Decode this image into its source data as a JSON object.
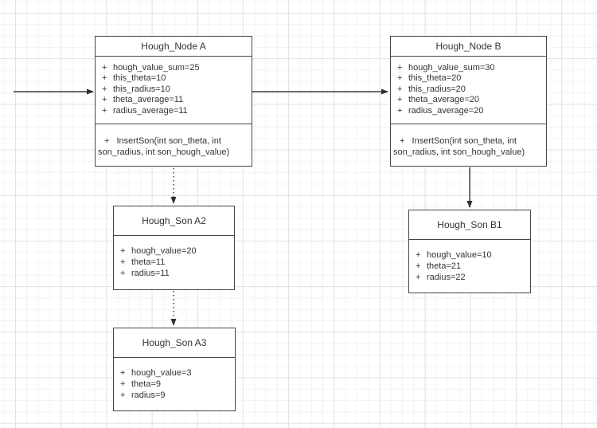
{
  "canvas": {
    "background_color": "#ffffff",
    "grid_minor_color": "#f3f3f3",
    "grid_major_color": "#e2e2e2",
    "shape_border_color": "#474747",
    "connector_color": "#3f3f3f",
    "text_color": "#333333"
  },
  "classes": [
    {
      "title": "Hough_Node A",
      "attributes": [
        {
          "prefix": "+",
          "text": "hough_value_sum=25"
        },
        {
          "prefix": "+",
          "text": "this_theta=10"
        },
        {
          "prefix": "+",
          "text": "this_radius=10"
        },
        {
          "prefix": "+",
          "text": "theta_average=11"
        },
        {
          "prefix": "+",
          "text": "radius_average=11"
        }
      ],
      "methods": [
        {
          "prefix": "+",
          "text": "InsertSon(int son_theta, int son_radius, int son_hough_value)"
        }
      ]
    },
    {
      "title": "Hough_Node B",
      "attributes": [
        {
          "prefix": "+",
          "text": "hough_value_sum=30"
        },
        {
          "prefix": "+",
          "text": "this_theta=20"
        },
        {
          "prefix": "+",
          "text": "this_radius=20"
        },
        {
          "prefix": "+",
          "text": "theta_average=20"
        },
        {
          "prefix": "+",
          "text": "radius_average=20"
        }
      ],
      "methods": [
        {
          "prefix": "+",
          "text": "InsertSon(int son_theta, int son_radius, int son_hough_value)"
        }
      ]
    },
    {
      "title": "Hough_Son A2",
      "attributes": [
        {
          "prefix": "+",
          "text": "hough_value=20"
        },
        {
          "prefix": "+",
          "text": "theta=11"
        },
        {
          "prefix": "+",
          "text": "radius=11"
        }
      ]
    },
    {
      "title": "Hough_Son A3",
      "attributes": [
        {
          "prefix": "+",
          "text": "hough_value=3"
        },
        {
          "prefix": "+",
          "text": "theta=9"
        },
        {
          "prefix": "+",
          "text": "radius=9"
        }
      ]
    },
    {
      "title": "Hough_Son B1",
      "attributes": [
        {
          "prefix": "+",
          "text": "hough_value=10"
        },
        {
          "prefix": "+",
          "text": "theta=21"
        },
        {
          "prefix": "+",
          "text": "radius=22"
        }
      ]
    }
  ],
  "edges": [
    {
      "from": "(canvas left)",
      "to": "Hough_Node A",
      "style": "solid-arrow"
    },
    {
      "from": "Hough_Node A",
      "to": "Hough_Node B",
      "style": "solid-arrow"
    },
    {
      "from": "Hough_Node A",
      "to": "Hough_Son A2",
      "style": "dotted-arrow"
    },
    {
      "from": "Hough_Son A2",
      "to": "Hough_Son A3",
      "style": "dotted-arrow"
    },
    {
      "from": "Hough_Node B",
      "to": "Hough_Son B1",
      "style": "solid-arrow"
    }
  ]
}
